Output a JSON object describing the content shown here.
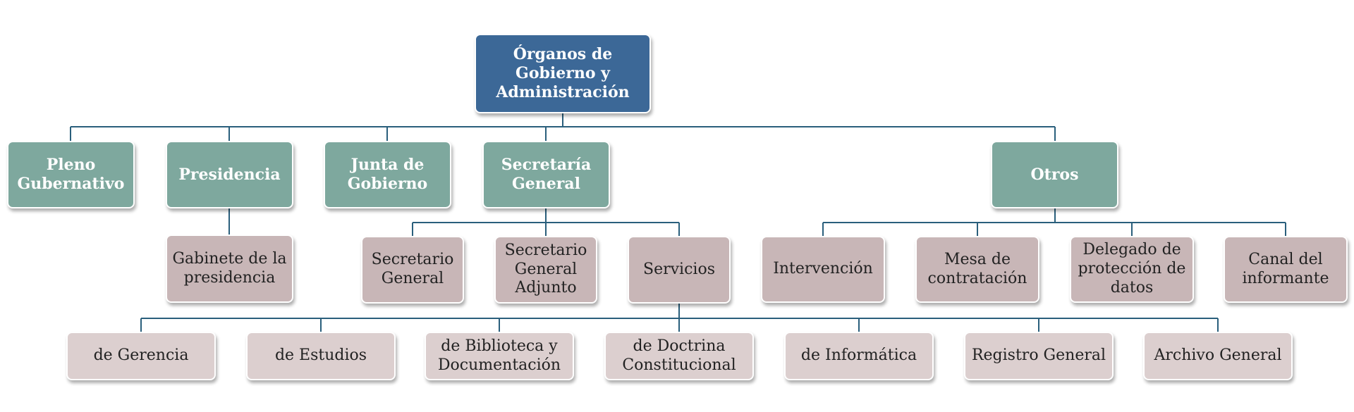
{
  "colors": {
    "root": "#3c6897",
    "level1": "#7ea89e",
    "level2": "#c8b6b7",
    "level3": "#dccfcf",
    "connector": "#2a5f7c"
  },
  "org": {
    "root": {
      "label": "Órganos de\nGobierno y\nAdministración"
    },
    "level1": [
      {
        "label": "Pleno\nGubernativo"
      },
      {
        "label": "Presidencia"
      },
      {
        "label": "Junta de\nGobierno"
      },
      {
        "label": "Secretaría\nGeneral"
      },
      {
        "label": "Otros"
      }
    ],
    "presidencia_children": [
      {
        "label": "Gabinete de la\npresidencia"
      }
    ],
    "secretaria_children": [
      {
        "label": "Secretario\nGeneral"
      },
      {
        "label": "Secretario\nGeneral\nAdjunto"
      },
      {
        "label": "Servicios"
      }
    ],
    "otros_children": [
      {
        "label": "Intervención"
      },
      {
        "label": "Mesa de\ncontratación"
      },
      {
        "label": "Delegado de\nprotección de\ndatos"
      },
      {
        "label": "Canal del\ninformante"
      }
    ],
    "servicios_children": [
      {
        "label": "de Gerencia"
      },
      {
        "label": "de Estudios"
      },
      {
        "label": "de Biblioteca y\nDocumentación"
      },
      {
        "label": "de Doctrina\nConstitucional"
      },
      {
        "label": "de Informática"
      },
      {
        "label": "Registro General"
      },
      {
        "label": "Archivo General"
      }
    ]
  }
}
